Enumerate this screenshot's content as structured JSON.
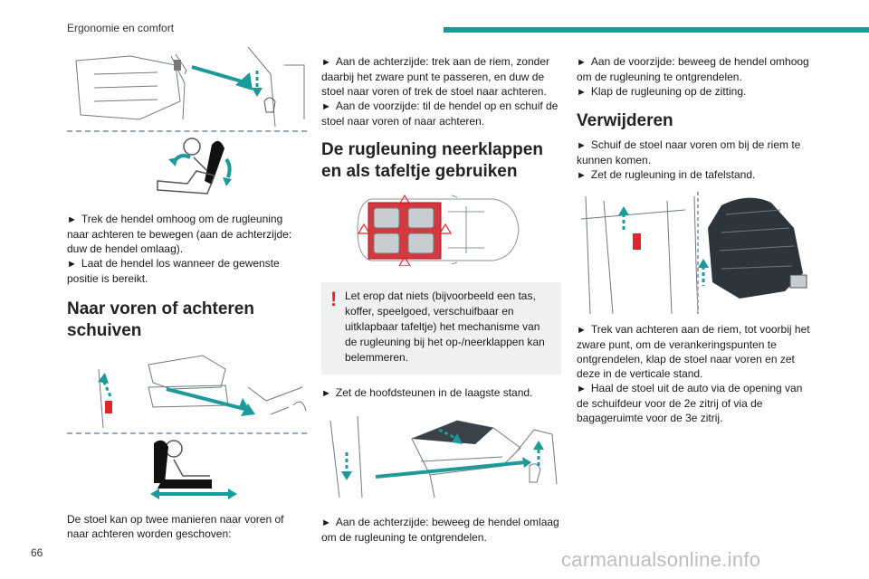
{
  "header": {
    "section_title": "Ergonomie en comfort",
    "accent_color": "#1c9a9a"
  },
  "page": {
    "number": "66"
  },
  "watermark": "carmanualsonline.info",
  "col1": {
    "steps_a": [
      "Trek de hendel omhoog om de rugleuning naar achteren te bewegen (aan de achterzijde: duw de hendel omlaag).",
      "Laat de hendel los wanneer de gewenste positie is bereikt."
    ],
    "heading": "Naar voren of achteren schuiven",
    "intro": "De stoel kan op twee manieren naar voren of naar achteren worden geschoven:"
  },
  "col2": {
    "steps_a": [
      "Aan de achterzijde: trek aan de riem, zonder daarbij het zware punt te passeren, en duw de stoel naar voren of trek de stoel naar achteren.",
      "Aan de voorzijde: til de hendel op en schuif de stoel naar voren of naar achteren."
    ],
    "heading": "De rugleuning neerklappen en als tafeltje gebruiken",
    "warning": "Let erop dat niets (bijvoorbeeld een tas, koffer, speelgoed, verschuifbaar en uitklapbaar tafeltje) het mechanisme van de rugleuning bij het op-/neerklappen kan belemmeren.",
    "step_b": "Zet de hoofdsteunen in de laagste stand.",
    "step_c": "Aan de achterzijde: beweeg de hendel omlaag om de rugleuning te ontgrendelen."
  },
  "col3": {
    "steps_a": [
      "Aan de voorzijde: beweeg de hendel omhoog om de rugleuning te ontgrendelen.",
      "Klap de rugleuning op de zitting."
    ],
    "heading": "Verwijderen",
    "steps_b": [
      "Schuif de stoel naar voren om bij de riem te kunnen komen.",
      "Zet de rugleuning in de tafelstand."
    ],
    "steps_c": [
      "Trek van achteren aan de riem, tot voorbij het zware punt, om de verankeringspunten te ontgrendelen, klap de stoel naar voren en zet deze in de verticale stand.",
      "Haal de stoel uit de auto via de opening van de schuifdeur voor de 2e zitrij of via de bagageruimte voor de 3e zitrij."
    ]
  },
  "glyphs": {
    "step_arrow": "►",
    "warning_mark": "!"
  },
  "colors": {
    "teal": "#1c9a9a",
    "red": "#e0262c",
    "line": "#9aa9b3"
  }
}
